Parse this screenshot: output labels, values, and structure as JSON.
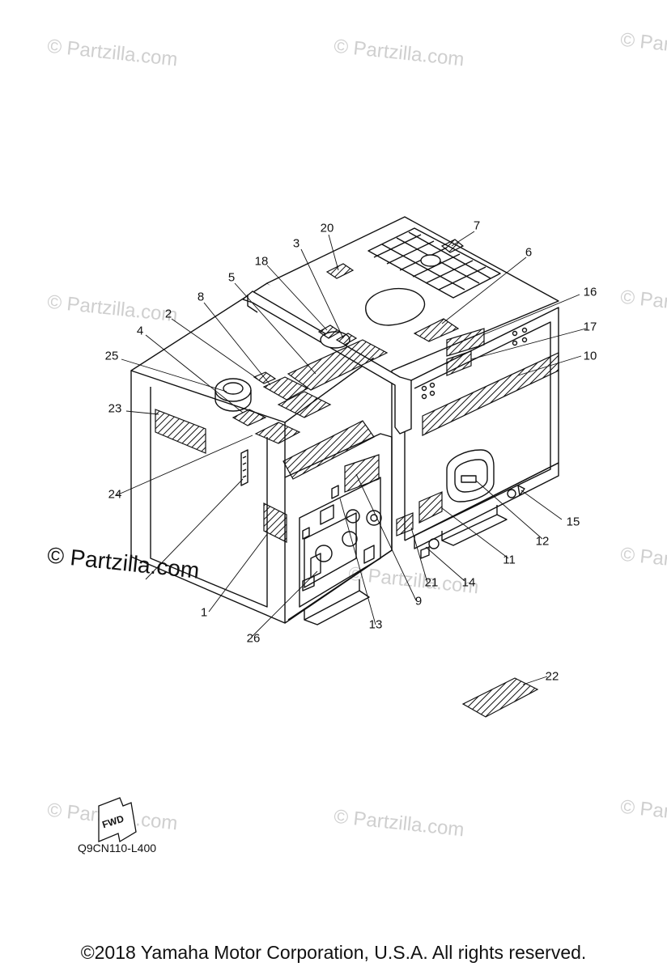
{
  "watermark": "© Partzilla.com",
  "watermark_strong": "© Partzilla.com",
  "fwd_label": "FWD",
  "diagram_code": "Q9CN110-L400",
  "copyright": "©2018  Yamaha Motor Corporation, U.S.A. All rights reserved.",
  "callouts": [
    "20",
    "7",
    "3",
    "6",
    "18",
    "5",
    "16",
    "8",
    "2",
    "17",
    "4",
    "10",
    "25",
    "23",
    "24",
    "15",
    "12",
    "11",
    "14",
    "21",
    "9",
    "1",
    "13",
    "26",
    "22"
  ],
  "colors": {
    "line": "#111111",
    "watermark": "#cfcfcf"
  }
}
